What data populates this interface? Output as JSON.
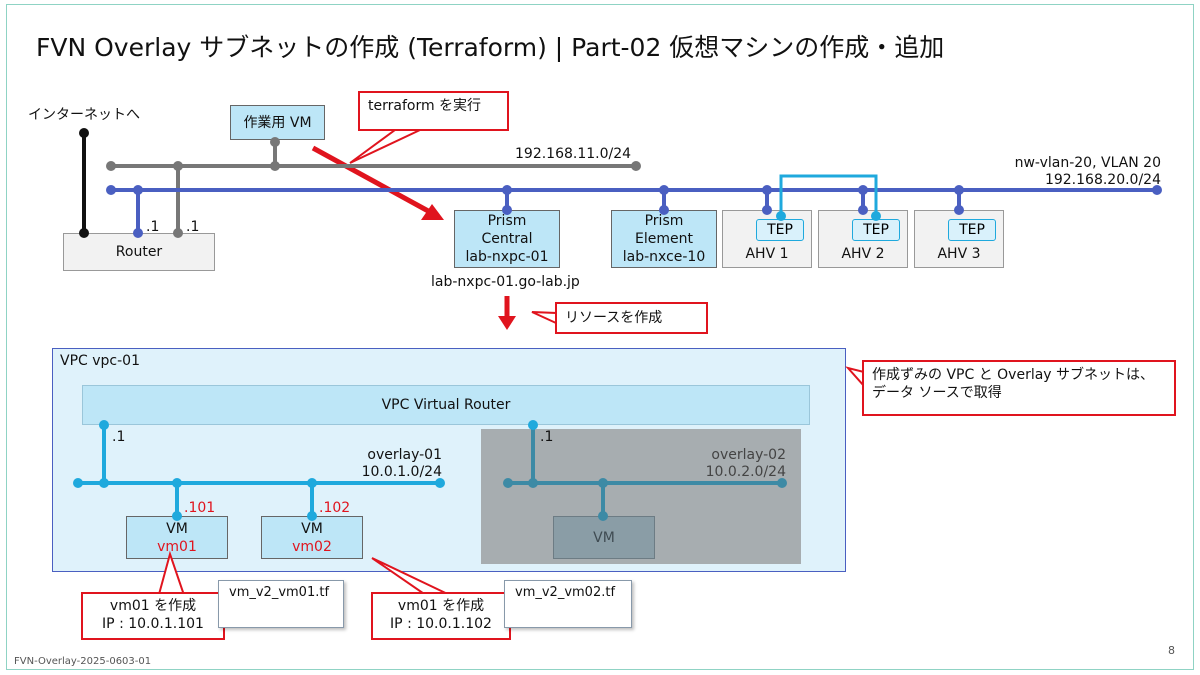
{
  "title": "FVN Overlay サブネットの作成 (Terraform) | Part-02 仮想マシンの作成・追加",
  "labels": {
    "internet": "インターネットへ",
    "work_vm": "作業用 VM",
    "router": "Router",
    "router_ip_a": ".1",
    "router_ip_b": ".1",
    "net_mgmt": "192.168.11.0/24",
    "net_vlan_name": "nw-vlan-20, VLAN 20",
    "net_vlan_cidr": "192.168.20.0/24",
    "pc_line1": "Prism",
    "pc_line2": "Central",
    "pc_line3": "lab-nxpc-01",
    "pc_fqdn": "lab-nxpc-01.go-lab.jp",
    "pe_line1": "Prism",
    "pe_line2": "Element",
    "pe_line3": "lab-nxce-10",
    "tep": "TEP",
    "ahv1": "AHV 1",
    "ahv2": "AHV 2",
    "ahv3": "AHV 3",
    "vpc": "VPC vpc-01",
    "vpc_router": "VPC Virtual Router",
    "ov1_gw": ".1",
    "ov1_name": "overlay-01",
    "ov1_cidr": "10.0.1.0/24",
    "ov2_gw": ".1",
    "ov2_name": "overlay-02",
    "ov2_cidr": "10.0.2.0/24",
    "vm1_ip": ".101",
    "vm2_ip": ".102",
    "vm_label": "VM",
    "vm1_name": "vm01",
    "vm2_name": "vm02",
    "vm3_label": "VM",
    "page_footer": "FVN-Overlay-2025-0603-01",
    "page_number": "8"
  },
  "callouts": {
    "terraform": "terraform を実行",
    "resource": "リソースを作成",
    "datasource_line1": "作成ずみの VPC と Overlay サブネットは、",
    "datasource_line2": "データ ソースで取得",
    "vm01_line1": "vm01 を作成",
    "vm01_line2": "IP : 10.0.1.101",
    "vm02_line1": "vm01 を作成",
    "vm02_line2": "IP : 10.0.1.102"
  },
  "notes": {
    "file1": "vm_v2_vm01.tf",
    "file2": "vm_v2_vm02.tf"
  },
  "colors": {
    "accent_red": "#e0141e",
    "vlan_blue": "#4a5fc1",
    "overlay_blue": "#1fa9dd",
    "mgmt_gray": "#777777",
    "node_fill": "#bde6f7",
    "vpc_fill": "#dff2fb",
    "overlay2_fill": "#a7adb0"
  }
}
